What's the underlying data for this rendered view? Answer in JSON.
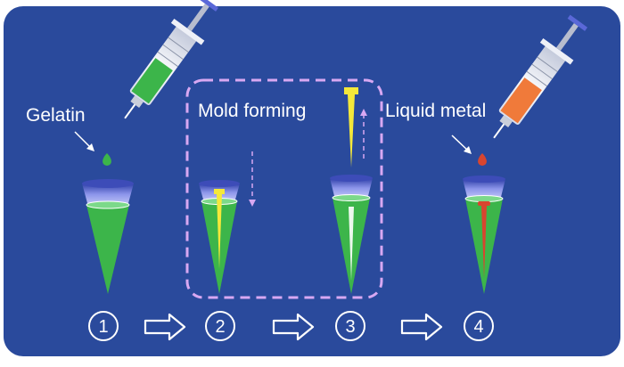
{
  "labels": {
    "gelatin": "Gelatin",
    "mold_forming": "Mold forming",
    "liquid_metal": "Liquid metal"
  },
  "steps": [
    "1",
    "2",
    "3",
    "4"
  ],
  "colors": {
    "background": "#2a4a9c",
    "gelatin_green": "#3cb54a",
    "cap_blue": "#7b86e2",
    "needle_yellow": "#f4e83a",
    "liquid_metal_red": "#d8452f",
    "syringe_orange": "#f07a3a",
    "dashed_frame": "#d8a8f2"
  }
}
